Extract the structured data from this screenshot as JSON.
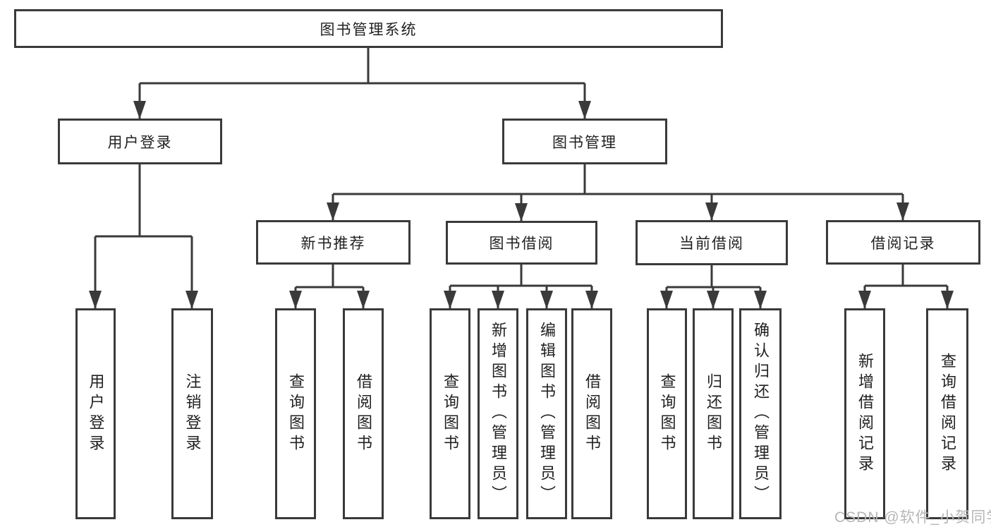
{
  "diagram": {
    "root": {
      "label": "图书管理系统"
    },
    "level2": [
      {
        "id": "user-login",
        "label": "用户登录"
      },
      {
        "id": "book-management",
        "label": "图书管理"
      }
    ],
    "level3": [
      {
        "id": "new-book-recommendation",
        "label": "新书推荐"
      },
      {
        "id": "book-borrowing",
        "label": "图书借阅"
      },
      {
        "id": "current-borrowing",
        "label": "当前借阅"
      },
      {
        "id": "borrowing-records",
        "label": "借阅记录"
      }
    ],
    "leaves": [
      {
        "group": "user-login",
        "label": "用户登录"
      },
      {
        "group": "user-login",
        "label": "注销登录"
      },
      {
        "group": "new-book-recommendation",
        "label": "查询图书"
      },
      {
        "group": "new-book-recommendation",
        "label": "借阅图书"
      },
      {
        "group": "book-borrowing",
        "label": "查询图书"
      },
      {
        "group": "book-borrowing",
        "label": "新增图书（管理员）"
      },
      {
        "group": "book-borrowing",
        "label": "编辑图书（管理员）"
      },
      {
        "group": "book-borrowing",
        "label": "借阅图书"
      },
      {
        "group": "current-borrowing",
        "label": "查询图书"
      },
      {
        "group": "current-borrowing",
        "label": "归还图书"
      },
      {
        "group": "current-borrowing",
        "label": "确认归还（管理员）"
      },
      {
        "group": "borrowing-records",
        "label": "新增借阅记录"
      },
      {
        "group": "borrowing-records",
        "label": "查询借阅记录"
      }
    ]
  },
  "watermark": {
    "text": "CSDN @软件_小贺同学"
  },
  "colors": {
    "line": "#3a3a3a",
    "text": "#212121",
    "watermark": "#b6b6b6",
    "background": "#ffffff"
  }
}
